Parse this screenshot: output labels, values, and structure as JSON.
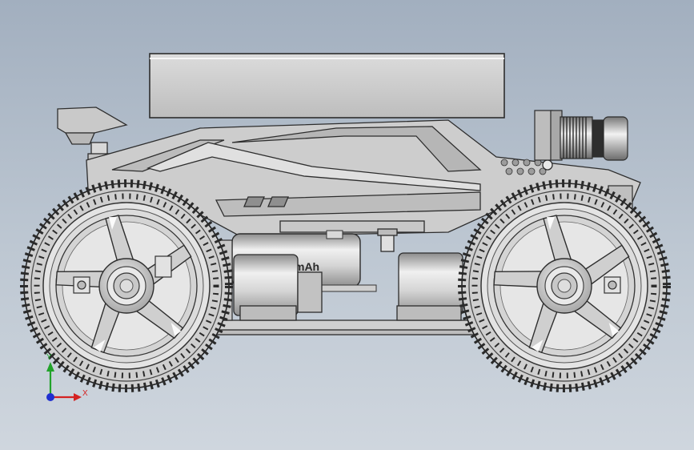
{
  "viewport": {
    "background_top": "#a2afbf",
    "background_bottom": "#cfd6de"
  },
  "model": {
    "battery_label": "mAh",
    "part_fill": "#d2d2d2",
    "part_stroke": "#3a3a3a"
  },
  "triad": {
    "x_label": "X",
    "y_label": "Y",
    "x_color": "#d42222",
    "y_color": "#21a32a",
    "z_color": "#1f2fd0"
  }
}
